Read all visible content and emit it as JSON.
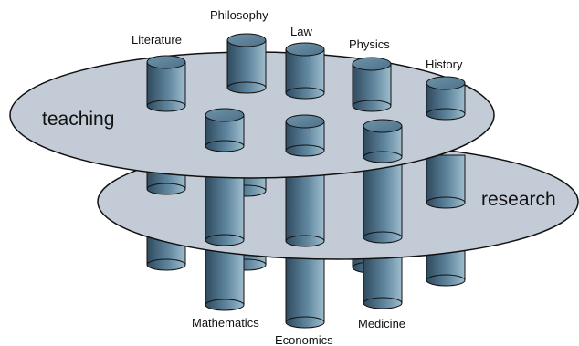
{
  "planes": {
    "top": "teaching",
    "bottom": "research"
  },
  "disciplines": {
    "literature": "Literature",
    "philosophy": "Philosophy",
    "law": "Law",
    "physics": "Physics",
    "history": "History",
    "mathematics": "Mathematics",
    "economics": "Economics",
    "medicine": "Medicine"
  },
  "colors": {
    "plane_fill": "#c3ccd6",
    "cylinder_dark": "#2f4a5e",
    "cylinder_mid": "#5f869e",
    "cylinder_light": "#9fbccd",
    "outline": "#111111"
  }
}
